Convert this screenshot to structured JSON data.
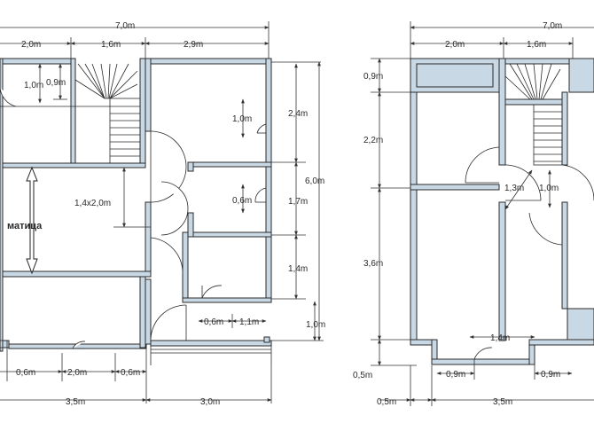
{
  "plan_left": {
    "dims_top": {
      "total": "7,0m",
      "seg_a": "2,0m",
      "seg_b": "1,6m",
      "seg_c": "2,9m"
    },
    "dims_right": {
      "total": "6,0m",
      "seg_a": "2,4m",
      "seg_b": "1,7m",
      "seg_c": "1,4m",
      "seg_d": "1,0m"
    },
    "dims_inner": {
      "stair_top_a": "1,0m",
      "stair_top_b": "0,9m",
      "door_1": "1,0m",
      "door_2": "0,6m",
      "hall_opening": "1,4x2,0m",
      "porch_a": "0,6m",
      "porch_b": "1,1m"
    },
    "dims_bottom": {
      "seg_a": "0,6m",
      "seg_b": "2,0m",
      "seg_c": "0,6m",
      "total_a": "3,5m",
      "total_b": "3,0m"
    },
    "beam_label": "матица"
  },
  "plan_right": {
    "dims_top": {
      "total": "7,0m",
      "seg_a": "2,0m",
      "seg_b": "1,6m"
    },
    "dims_left": {
      "seg_a": "0,9m",
      "seg_b": "2,2m",
      "seg_c": "3,6m",
      "seg_d": "0,5m"
    },
    "dims_inner": {
      "diag": "1,3m",
      "door": "1,0m",
      "window": "1,4m",
      "bottom_a": "0,9m",
      "bottom_b": "0,9m"
    },
    "dims_bottom": {
      "seg_a": "0,5m",
      "total": "3,5m"
    }
  }
}
